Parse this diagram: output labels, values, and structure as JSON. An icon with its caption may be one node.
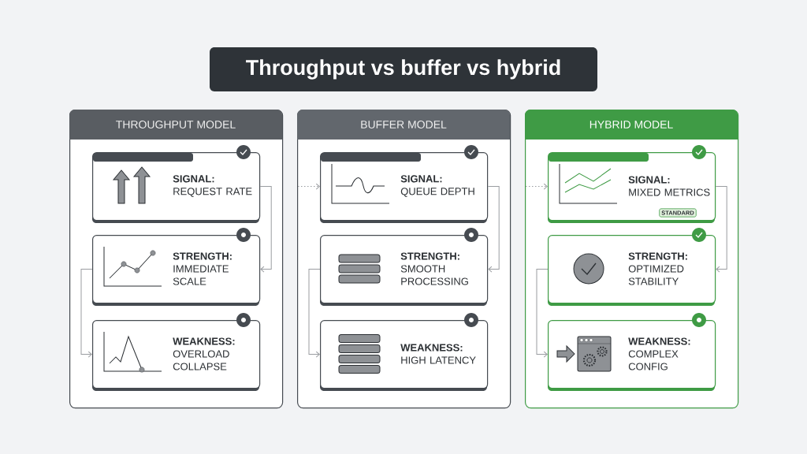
{
  "diagram": {
    "title": "Throughput vs buffer vs hybrid",
    "nodes": [
      {
        "text": [
          "THROUGHPUT MODEL"
        ]
      },
      {
        "text": [
          "SIGNAL:",
          "REQUEST RATE"
        ],
        "in": 0
      },
      {
        "text": [
          "STRENGTH:",
          "IMMEDIATE SCALE"
        ],
        "in": 0
      },
      {
        "text": [
          "WEAKNESS:",
          "OVERLOAD COLLAPSE"
        ],
        "in": 0
      },
      {
        "text": [
          "BUFFER MODEL"
        ]
      },
      {
        "text": [
          "SIGNAL:",
          "QUEUE DEPTH"
        ],
        "in": 4
      },
      {
        "text": [
          "STRENGTH:",
          "SMOOTH PROCESSING"
        ],
        "in": 4
      },
      {
        "text": [
          "WEAKNESS:",
          "HIGH LATENCY"
        ],
        "in": 4
      },
      {
        "text": [
          "HYBRID MODEL"
        ]
      },
      {
        "text": [
          "SIGNAL:",
          "MIXED METRICS",
          "STANDARD"
        ],
        "in": 8
      },
      {
        "text": [
          "STRENGTH:",
          "OPTIMIZED STABILITY"
        ],
        "in": 8
      },
      {
        "text": [
          "WEAKNESS:",
          "COMPLEX CONFIG"
        ],
        "in": 8
      }
    ],
    "edges": [
      {
        "from": 1,
        "to": 2,
        "arrow": "to"
      },
      {
        "from": 2,
        "to": 3,
        "arrow": "to"
      },
      {
        "from": null,
        "to": 5,
        "arrow": "to",
        "style": "dashed"
      },
      {
        "from": 5,
        "to": 6,
        "arrow": "to"
      },
      {
        "from": 6,
        "to": 7,
        "arrow": "to"
      },
      {
        "from": null,
        "to": 9,
        "arrow": "to",
        "style": "dashed"
      },
      {
        "from": 9,
        "to": 10,
        "arrow": "to"
      },
      {
        "from": 10,
        "to": 11,
        "arrow": "to"
      }
    ]
  }
}
